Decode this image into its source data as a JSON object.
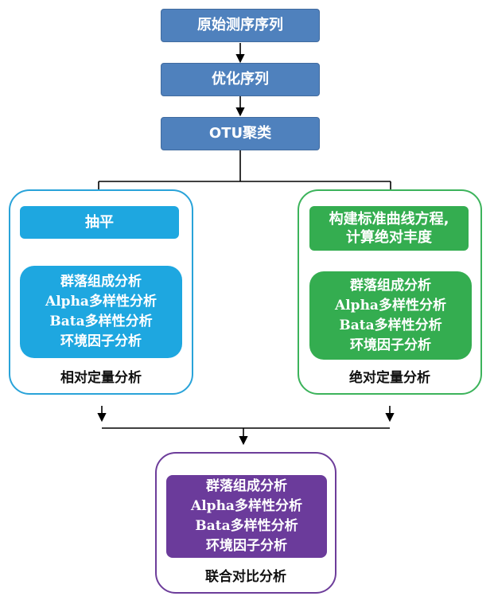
{
  "steps": {
    "raw_sequences": "原始测序序列",
    "optimize": "优化序列",
    "otu_cluster": "OTU聚类"
  },
  "relative": {
    "rarefy": "抽平",
    "analyses": [
      "群落组成分析",
      "Alpha多样性分析",
      "Bata多样性分析",
      "环境因子分析"
    ],
    "caption": "相对定量分析"
  },
  "absolute": {
    "standard_curve_line1": "构建标准曲线方程,",
    "standard_curve_line2": "计算绝对丰度",
    "analyses": [
      "群落组成分析",
      "Alpha多样性分析",
      "Bata多样性分析",
      "环境因子分析"
    ],
    "caption": "绝对定量分析"
  },
  "combined": {
    "analyses": [
      "群落组成分析",
      "Alpha多样性分析",
      "Bata多样性分析",
      "环境因子分析"
    ],
    "caption": "联合对比分析"
  },
  "colors": {
    "top_steps": "#4f81bd",
    "relative": "#1ea7e0",
    "absolute": "#34ad50",
    "combined": "#6b3b9b"
  }
}
